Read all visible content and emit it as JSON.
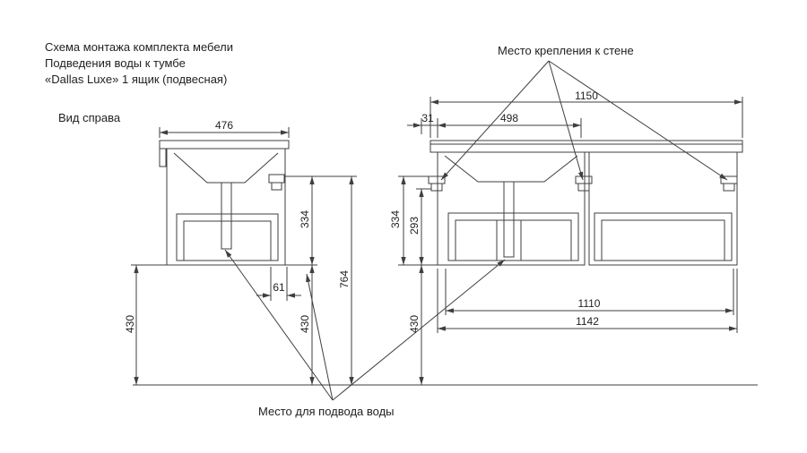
{
  "title": {
    "line1": "Схема монтажа комплекта мебели",
    "line2": "Подведения воды к тумбе",
    "line3": "«Dallas Luxe» 1 ящик (подвесная)"
  },
  "labels": {
    "side_view": "Вид справа",
    "wall_mount": "Место крепления к стене",
    "water_supply": "Место для подвода воды"
  },
  "dims": {
    "side_top_width": "476",
    "side_body_height": "334",
    "side_total_height": "764",
    "water_offset": "61",
    "side_floor_gap": "430",
    "mid_floor_gap": "430",
    "front_top_width": "1150",
    "front_edge_offset": "31",
    "front_sink_offset": "498",
    "front_body_height": "334",
    "front_inner_height": "293",
    "front_floor_gap": "430",
    "front_inner_width": "1110",
    "front_body_width": "1142"
  },
  "drawing": {
    "stroke_color": "#3f3f3f",
    "background": "#ffffff"
  }
}
